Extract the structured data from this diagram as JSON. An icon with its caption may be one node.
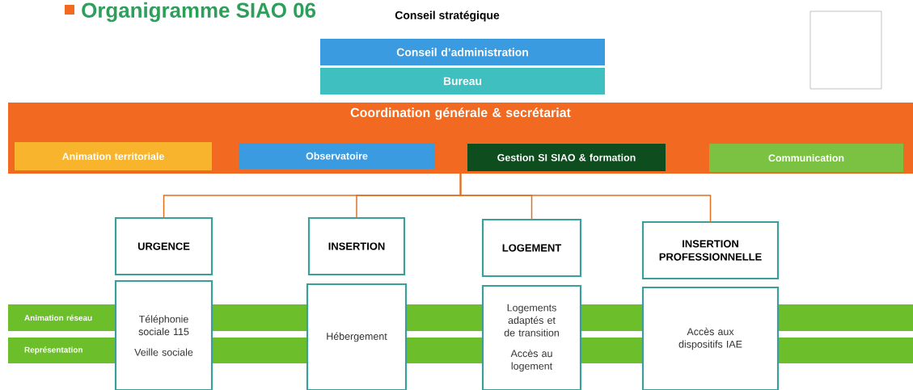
{
  "diagram": {
    "title": "Organigramme SIAO 06",
    "nodes": [
      {
        "text": [
          "Conseil d’administration"
        ]
      },
      {
        "text": [
          "Bureau"
        ]
      },
      {
        "text": [
          "Coordination générale & secrétariat"
        ]
      },
      {
        "text": [
          "Animation territoriale"
        ],
        "in": 2
      },
      {
        "text": [
          "Observatoire"
        ],
        "in": 2
      },
      {
        "text": [
          "Gestion SI SIAO & formation"
        ],
        "in": 2
      },
      {
        "text": [
          "Communication"
        ],
        "in": 2
      },
      {
        "text": [
          "URGENCE"
        ]
      },
      {
        "text": [
          "INSERTION"
        ]
      },
      {
        "text": [
          "LOGEMENT"
        ]
      },
      {
        "text": [
          "INSERTION PROFESSIONNELLE"
        ]
      },
      {
        "text": [
          "Animation réseau"
        ]
      },
      {
        "text": [
          "Représentation"
        ]
      },
      {
        "text": [
          "Téléphonie sociale 115",
          "Veille sociale"
        ]
      },
      {
        "text": [
          "Hébergement"
        ]
      },
      {
        "text": [
          "Logements adaptés et de transition",
          "Accès au logement"
        ]
      },
      {
        "text": [
          "Accès aux dispositifs IAE"
        ]
      }
    ],
    "edges": [
      {
        "from": 2,
        "to": 7,
        "arrow": "none"
      },
      {
        "from": 2,
        "to": 8,
        "arrow": "none"
      },
      {
        "from": 2,
        "to": 9,
        "arrow": "none"
      },
      {
        "from": 2,
        "to": 10,
        "arrow": "none"
      }
    ],
    "labels": [
      "Conseil stratégique"
    ]
  }
}
